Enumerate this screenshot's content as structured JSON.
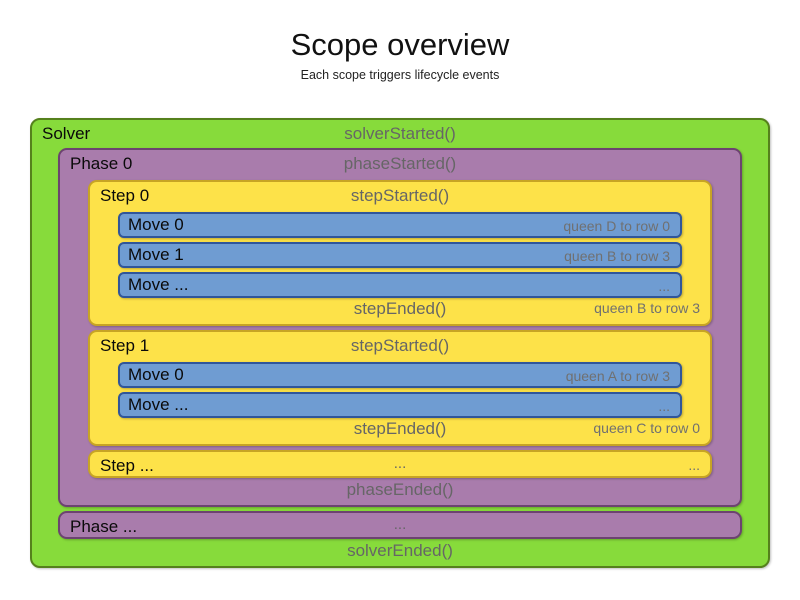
{
  "title": "Scope overview",
  "subtitle": "Each scope triggers lifecycle events",
  "colors": {
    "solver_fill": "#87DB3B",
    "solver_border": "#55811C",
    "phase_fill": "#A97CAC",
    "phase_border": "#6C4370",
    "step_fill": "#FDE249",
    "step_border": "#C7A424",
    "move_fill": "#6F9CD2",
    "move_border": "#30569A",
    "event_text": "#666666",
    "detail_text": "#707070",
    "label_text": "#0a0a0a"
  },
  "solver": {
    "label": "Solver",
    "started": "solverStarted()",
    "ended": "solverEnded()",
    "phases": [
      {
        "label": "Phase 0",
        "started": "phaseStarted()",
        "ended": "phaseEnded()",
        "steps": [
          {
            "label": "Step 0",
            "started": "stepStarted()",
            "ended": "stepEnded()",
            "ended_detail": "queen B to row 3",
            "moves": [
              {
                "label": "Move 0",
                "detail": "queen D to row 0"
              },
              {
                "label": "Move 1",
                "detail": "queen B to row 3"
              },
              {
                "label": "Move ...",
                "detail": "..."
              }
            ]
          },
          {
            "label": "Step 1",
            "started": "stepStarted()",
            "ended": "stepEnded()",
            "ended_detail": "queen C to row 0",
            "moves": [
              {
                "label": "Move 0",
                "detail": "queen A to row 3"
              },
              {
                "label": "Move ...",
                "detail": "..."
              }
            ]
          }
        ],
        "more_steps": {
          "label": "Step ...",
          "center": "...",
          "right": "..."
        }
      }
    ],
    "more_phases": {
      "label": "Phase ...",
      "center": "..."
    }
  }
}
